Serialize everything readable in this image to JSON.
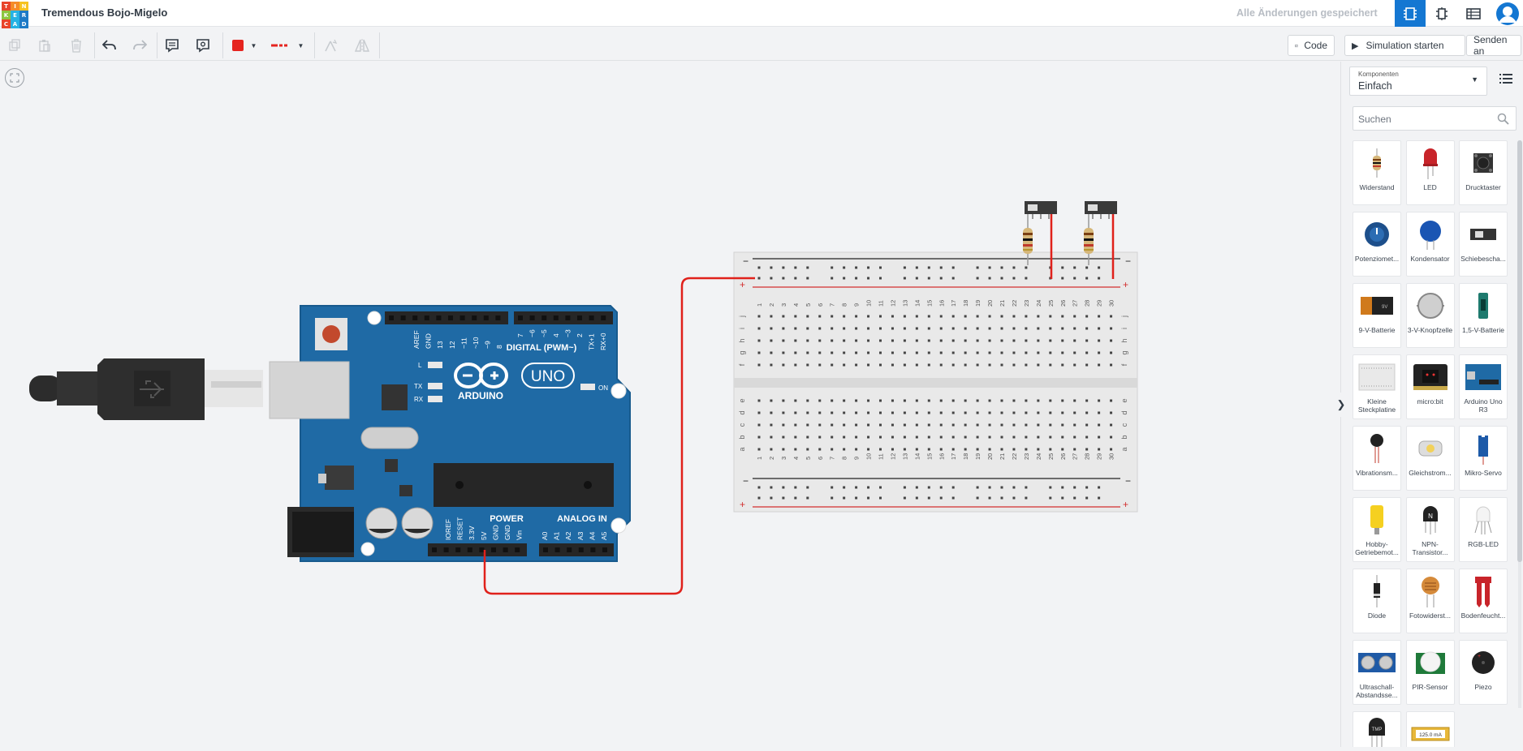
{
  "app": {
    "logo_letters": [
      "T",
      "I",
      "N",
      "K",
      "E",
      "R",
      "C",
      "A",
      "D"
    ],
    "logo_colors": [
      "#e8442a",
      "#f58b29",
      "#f6c321",
      "#8cc63f",
      "#26b2e3",
      "#1d7ac6",
      "#e8442a",
      "#26b2e3",
      "#1d7ac6"
    ],
    "project_title": "Tremendous Bojo-Migelo",
    "save_status": "Alle Änderungen gespeichert",
    "view_buttons": [
      "circuit-view-icon",
      "schematic-view-icon",
      "component-list-icon"
    ],
    "accent": "#1477d2"
  },
  "toolbar": {
    "buttons": [
      "copy-icon",
      "paste-icon",
      "delete-icon",
      "undo-icon",
      "redo-icon",
      "note-icon",
      "notes-visibility-icon"
    ],
    "wire_color": "#e5241f",
    "code_label": "Code",
    "simulate_label": "Simulation starten",
    "send_label": "Senden an"
  },
  "panel": {
    "components_label": "Komponenten",
    "components_value": "Einfach",
    "search_placeholder": "Suchen",
    "items": [
      {
        "name": "Widerstand"
      },
      {
        "name": "LED"
      },
      {
        "name": "Drucktaster"
      },
      {
        "name": "Potenziomet..."
      },
      {
        "name": "Kondensator"
      },
      {
        "name": "Schiebescha..."
      },
      {
        "name": "9-V-Batterie"
      },
      {
        "name": "3-V-Knopfzelle"
      },
      {
        "name": "1,5-V-Batterie"
      },
      {
        "name": "Kleine Steckplatine"
      },
      {
        "name": "micro:bit"
      },
      {
        "name": "Arduino Uno R3"
      },
      {
        "name": "Vibrationsm..."
      },
      {
        "name": "Gleichstrom..."
      },
      {
        "name": "Mikro-Servo"
      },
      {
        "name": "Hobby-Getriebemot..."
      },
      {
        "name": "NPN-Transistor..."
      },
      {
        "name": "RGB-LED"
      },
      {
        "name": "Diode"
      },
      {
        "name": "Fotowiderst..."
      },
      {
        "name": "Bodenfeucht..."
      },
      {
        "name": "Ultraschall-Abstandsse..."
      },
      {
        "name": "PIR-Sensor"
      },
      {
        "name": "Piezo"
      },
      {
        "name": ""
      },
      {
        "name": ""
      }
    ]
  },
  "arduino": {
    "brand": "ARDUINO",
    "model": "UNO",
    "digital_label": "DIGITAL (PWM~)",
    "power_label": "POWER",
    "analog_label": "ANALOG IN",
    "on_label": "ON",
    "l_label": "L",
    "tx_label": "TX",
    "rx_label": "RX",
    "digital_pins": [
      "AREF",
      "GND",
      "13",
      "12",
      "~11",
      "~10",
      "~9",
      "8",
      "7",
      "~6",
      "~5",
      "4",
      "~3",
      "2",
      "TX+1",
      "RX+0"
    ],
    "power_pins": [
      "IOREF",
      "RESET",
      "3.3V",
      "5V",
      "GND",
      "GND",
      "Vin"
    ],
    "analog_pins": [
      "A0",
      "A1",
      "A2",
      "A3",
      "A4",
      "A5"
    ]
  },
  "breadboard": {
    "columns": [
      "1",
      "2",
      "3",
      "4",
      "5",
      "6",
      "7",
      "8",
      "9",
      "10",
      "11",
      "12",
      "13",
      "14",
      "15",
      "16",
      "17",
      "18",
      "19",
      "20",
      "21",
      "22",
      "23",
      "24",
      "25",
      "26",
      "27",
      "28",
      "29",
      "30"
    ],
    "rows_top": [
      "j",
      "i",
      "h",
      "g",
      "f"
    ],
    "rows_bottom": [
      "e",
      "d",
      "c",
      "b",
      "a"
    ],
    "minus": "−",
    "plus": "+"
  },
  "piezo_item": {
    "thumb_text": "TMP"
  },
  "meter_item": {
    "thumb_text": "125.0 mA"
  }
}
